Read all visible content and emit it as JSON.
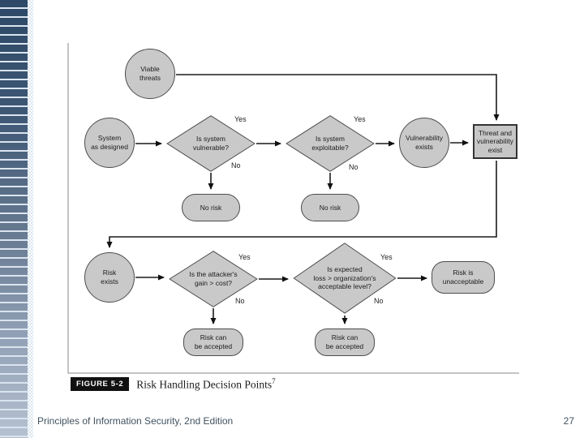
{
  "slide": {
    "footer_text": "Principles of Information Security, 2nd Edition",
    "page_number": "27"
  },
  "figure_caption": {
    "badge": "FIGURE 5-2",
    "title": "Risk Handling Decision Points",
    "footnote_ref": "7"
  },
  "flowchart": {
    "yes_label": "Yes",
    "no_label": "No",
    "nodes": {
      "viable_threats": "Viable\nthreats",
      "system_as_designed": "System\nas designed",
      "is_system_vulnerable": "Is system\nvulnerable?",
      "is_system_exploitable": "Is system\nexploitable?",
      "vulnerability_exists": "Vulnerability\nexists",
      "threat_and_vulnerability_exist": "Threat and\nvulnerability\nexist",
      "no_risk_1": "No risk",
      "no_risk_2": "No risk",
      "risk_exists": "Risk\nexists",
      "attackers_gain": "Is the attacker's\ngain > cost?",
      "expected_loss": "Is expected\nloss > organization's\nacceptable level?",
      "risk_is_unacceptable": "Risk is\nunacceptable",
      "risk_can_be_accepted_1": "Risk can\nbe accepted",
      "risk_can_be_accepted_2": "Risk can\nbe accepted"
    }
  },
  "colors": {
    "shape_fill": "#c9c9c9",
    "shape_border": "#4c4c4c",
    "connector": "#1a1a1a",
    "figure_frame": "#b0b0b0",
    "badge_background": "#111111",
    "footer_text": "#41525f",
    "strip_top": "#2d4966",
    "strip_bottom": "#b6c1d0"
  }
}
